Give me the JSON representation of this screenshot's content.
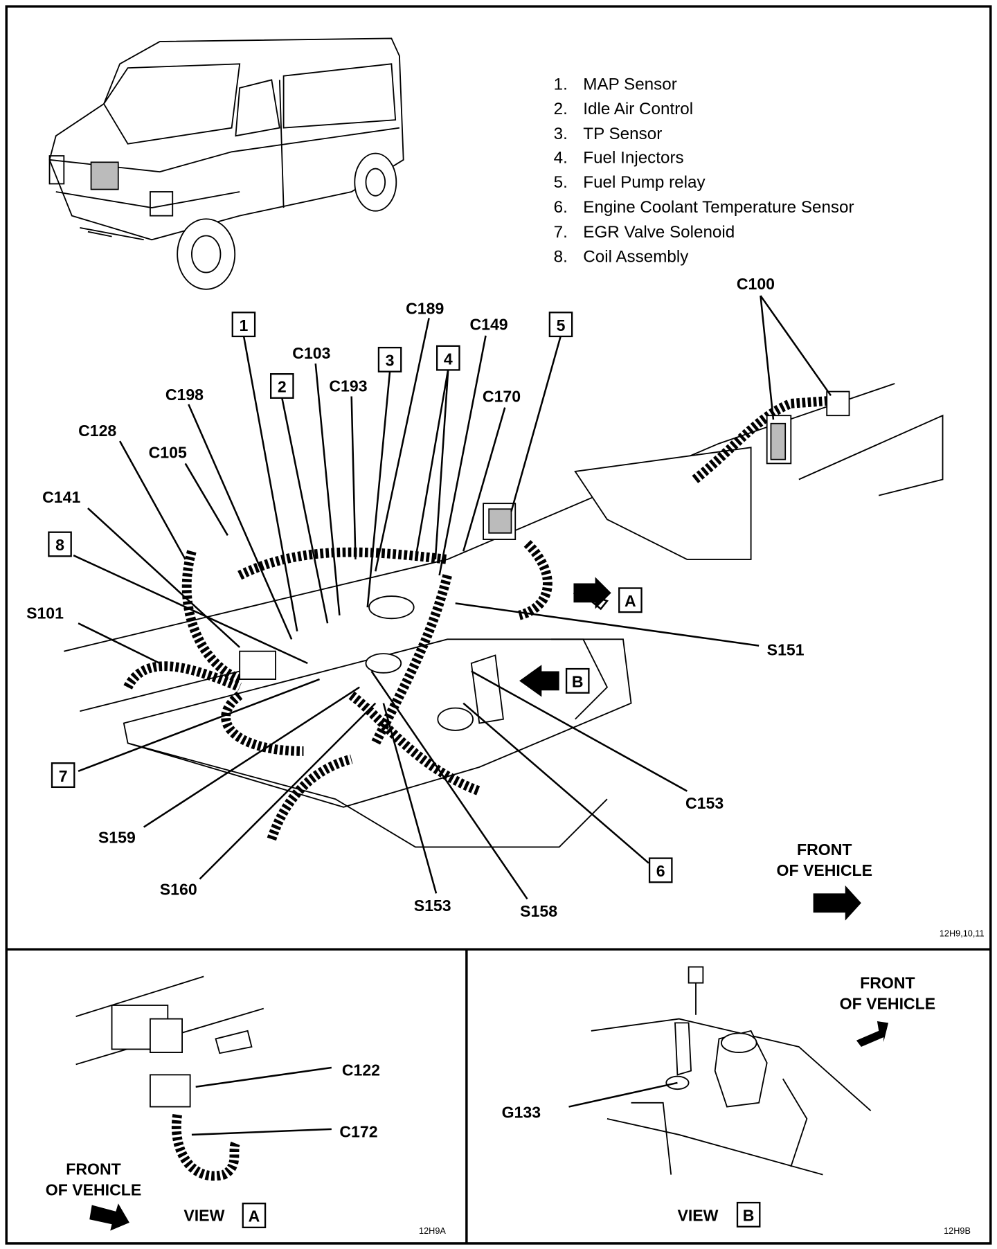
{
  "legend": [
    {
      "num": "1.",
      "text": "MAP Sensor"
    },
    {
      "num": "2.",
      "text": "Idle Air Control"
    },
    {
      "num": "3.",
      "text": "TP Sensor"
    },
    {
      "num": "4.",
      "text": "Fuel Injectors"
    },
    {
      "num": "5.",
      "text": "Fuel Pump relay"
    },
    {
      "num": "6.",
      "text": "Engine Coolant Temperature Sensor"
    },
    {
      "num": "7.",
      "text": "EGR Valve Solenoid"
    },
    {
      "num": "8.",
      "text": "Coil Assembly"
    }
  ],
  "main_view": {
    "connectors": {
      "c100": "C100",
      "c189": "C189",
      "c149": "C149",
      "c103": "C103",
      "c193": "C193",
      "c198": "C198",
      "c170": "C170",
      "c128": "C128",
      "c105": "C105",
      "c141": "C141",
      "c153": "C153"
    },
    "splices": {
      "s101": "S101",
      "s151": "S151",
      "s159": "S159",
      "s160": "S160",
      "s153": "S153",
      "s158": "S158"
    },
    "callouts": [
      "1",
      "2",
      "3",
      "4",
      "5",
      "6",
      "7",
      "8"
    ],
    "view_markers": {
      "a": "A",
      "b": "B"
    },
    "front_line1": "FRONT",
    "front_line2": "OF VEHICLE",
    "figure_code": "12H9,10,11"
  },
  "view_a": {
    "c122": "C122",
    "c172": "C172",
    "front_line1": "FRONT",
    "front_line2": "OF VEHICLE",
    "view_label": "VIEW",
    "view_letter": "A",
    "figure_code": "12H9A"
  },
  "view_b": {
    "g133": "G133",
    "front_line1": "FRONT",
    "front_line2": "OF VEHICLE",
    "view_label": "VIEW",
    "view_letter": "B",
    "figure_code": "12H9B"
  }
}
